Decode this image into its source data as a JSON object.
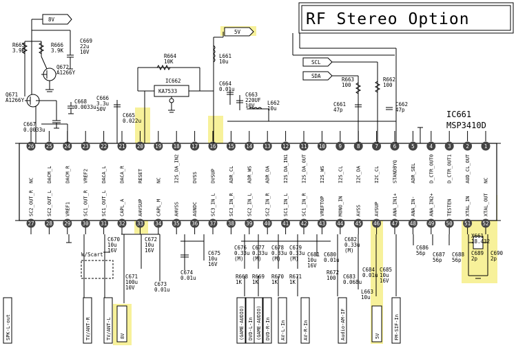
{
  "title": "RF Stereo Option",
  "ic": {
    "ref": "IC661",
    "part": "MSP3410D"
  },
  "reg": {
    "ref": "IC662",
    "part": "KA7533"
  },
  "top_pins": [
    {
      "n": "26",
      "l": "NC"
    },
    {
      "n": "25",
      "l": "DACM_L"
    },
    {
      "n": "24",
      "l": "DACM_R"
    },
    {
      "n": "23",
      "l": "VREF2"
    },
    {
      "n": "22",
      "l": "DACA_L"
    },
    {
      "n": "21",
      "l": "DACA_R"
    },
    {
      "n": "20",
      "l": "RESET"
    },
    {
      "n": "19",
      "l": "NC"
    },
    {
      "n": "18",
      "l": "I2S_DA_IN2"
    },
    {
      "n": "17",
      "l": "DVSS"
    },
    {
      "n": "16",
      "l": "DVSUP"
    },
    {
      "n": "15",
      "l": "ADR_CL"
    },
    {
      "n": "14",
      "l": "ADR_WS"
    },
    {
      "n": "13",
      "l": "ADR_DA"
    },
    {
      "n": "12",
      "l": "I2S_DA_IN1"
    },
    {
      "n": "11",
      "l": "I2S_DA_OUT"
    },
    {
      "n": "10",
      "l": "I2S_WS"
    },
    {
      "n": "9",
      "l": "I2S_CL"
    },
    {
      "n": "8",
      "l": "I2C_DA"
    },
    {
      "n": "7",
      "l": "I2C_CL"
    },
    {
      "n": "6",
      "l": "STANDBYQ"
    },
    {
      "n": "5",
      "l": "ADR_SEL"
    },
    {
      "n": "4",
      "l": "D_CTR_OUT0"
    },
    {
      "n": "3",
      "l": "D_CTR_OUT1"
    },
    {
      "n": "2",
      "l": "AUD_CL_OUT"
    },
    {
      "n": "1",
      "l": "NC"
    }
  ],
  "bottom_pins": [
    {
      "n": "27",
      "l": "SC2_OUT_R"
    },
    {
      "n": "28",
      "l": "SC2_OUT_L"
    },
    {
      "n": "29",
      "l": "VREF1"
    },
    {
      "n": "30",
      "l": "SC1_OUT_R"
    },
    {
      "n": "31",
      "l": "SC1_OUT_L"
    },
    {
      "n": "32",
      "l": "CAPL_A"
    },
    {
      "n": "33",
      "l": "AHVSUP"
    },
    {
      "n": "34",
      "l": "CAPL_M"
    },
    {
      "n": "35",
      "l": "AHVSS"
    },
    {
      "n": "36",
      "l": "AGNDC"
    },
    {
      "n": "37",
      "l": "SC3_IN_L"
    },
    {
      "n": "38",
      "l": "SC3_IN_R"
    },
    {
      "n": "39",
      "l": "SC2_IN_L"
    },
    {
      "n": "40",
      "l": "SC2_IN_R"
    },
    {
      "n": "41",
      "l": "SC1_IN_L"
    },
    {
      "n": "42",
      "l": "SC1_IN_R"
    },
    {
      "n": "43",
      "l": "VREFTOP"
    },
    {
      "n": "44",
      "l": "MONO_IN"
    },
    {
      "n": "45",
      "l": "AVSS"
    },
    {
      "n": "46",
      "l": "AVSUP"
    },
    {
      "n": "47",
      "l": "ANA_IN1+"
    },
    {
      "n": "48",
      "l": "ANA_IN-"
    },
    {
      "n": "49",
      "l": "ANA_IN2+"
    },
    {
      "n": "50",
      "l": "TESTEN"
    },
    {
      "n": "51",
      "l": "XTAL_IN"
    },
    {
      "n": "52",
      "l": "XTAL_OUT"
    }
  ],
  "nets": {
    "v8_top": "8V",
    "v5_top": "5V",
    "scl": "SCL",
    "sda": "SDA",
    "v8_bottom": "8V",
    "v5_bottom": "5V",
    "scart": "W/Scart"
  },
  "connectors": [
    "SPK-L-out",
    "TV/ANT-R",
    "TV/ANT-L",
    "(GAME-AUDIO)",
    "DVD-L-In",
    "(GAME-AUDIO)",
    "DVD-R-In",
    "AV-L-In",
    "AV-R-In",
    "Audio-AM-IF",
    "FM-SIF-In"
  ],
  "components": {
    "R665": [
      "R665",
      "3.9K"
    ],
    "R666": [
      "R666",
      "3.9K"
    ],
    "C669": [
      "C669",
      "22u",
      "10V"
    ],
    "Q672": [
      "Q672",
      "A1266Y"
    ],
    "Q671": [
      "Q671",
      "A1266Y"
    ],
    "C667": [
      "C667",
      "0.0033u"
    ],
    "C668": [
      "C668",
      "0.0033u"
    ],
    "C666": [
      "C666",
      "3.3u",
      "50V"
    ],
    "C665": [
      "C665",
      "0.022u"
    ],
    "R664": [
      "R664",
      "10K"
    ],
    "L661": [
      "L661",
      "10u"
    ],
    "C664": [
      "C664",
      "0.01u"
    ],
    "C663": [
      "C663",
      "220UF",
      "10V"
    ],
    "L662": [
      "L662",
      "10u"
    ],
    "R663": [
      "R663",
      "100"
    ],
    "R662": [
      "R662",
      "100"
    ],
    "C661": [
      "C661",
      "47p"
    ],
    "C662": [
      "C662",
      "47p"
    ],
    "C670": [
      "C670",
      "10u",
      "16V"
    ],
    "C672": [
      "C672",
      "10u",
      "16V"
    ],
    "C671": [
      "C671",
      "100u",
      "10V"
    ],
    "C673": [
      "C673",
      "0.01u"
    ],
    "C674": [
      "C674",
      "0.01u"
    ],
    "C675": [
      "C675",
      "10u",
      "16V"
    ],
    "C676": [
      "C676",
      "0.33u",
      "(M)"
    ],
    "C677": [
      "C677",
      "0.33u",
      "(M)"
    ],
    "C678": [
      "C678",
      "0.33u",
      "(M)"
    ],
    "C679": [
      "C679",
      "0.33u",
      "(M)"
    ],
    "R668": [
      "R668",
      "1K"
    ],
    "R669": [
      "R669",
      "1K"
    ],
    "R670": [
      "R670",
      "1K"
    ],
    "R671": [
      "R671",
      "1K"
    ],
    "C681": [
      "C681",
      "10u",
      "16V"
    ],
    "C680": [
      "C680",
      "0.01u"
    ],
    "C682": [
      "C682",
      "0.33u",
      "(M)"
    ],
    "R672": [
      "R672",
      "100"
    ],
    "C683": [
      "C683",
      "0.068u"
    ],
    "C684": [
      "C684",
      "0.01u"
    ],
    "C685": [
      "C685",
      "10u",
      "16V"
    ],
    "L663": [
      "L663",
      "10u"
    ],
    "C686": [
      "C686",
      "56p"
    ],
    "C687": [
      "C687",
      "56p"
    ],
    "C688": [
      "C688",
      "56p"
    ],
    "C689": [
      "C689",
      "2p"
    ],
    "C690": [
      "C690",
      "2p"
    ],
    "X661": [
      "X661",
      "18.432"
    ]
  }
}
